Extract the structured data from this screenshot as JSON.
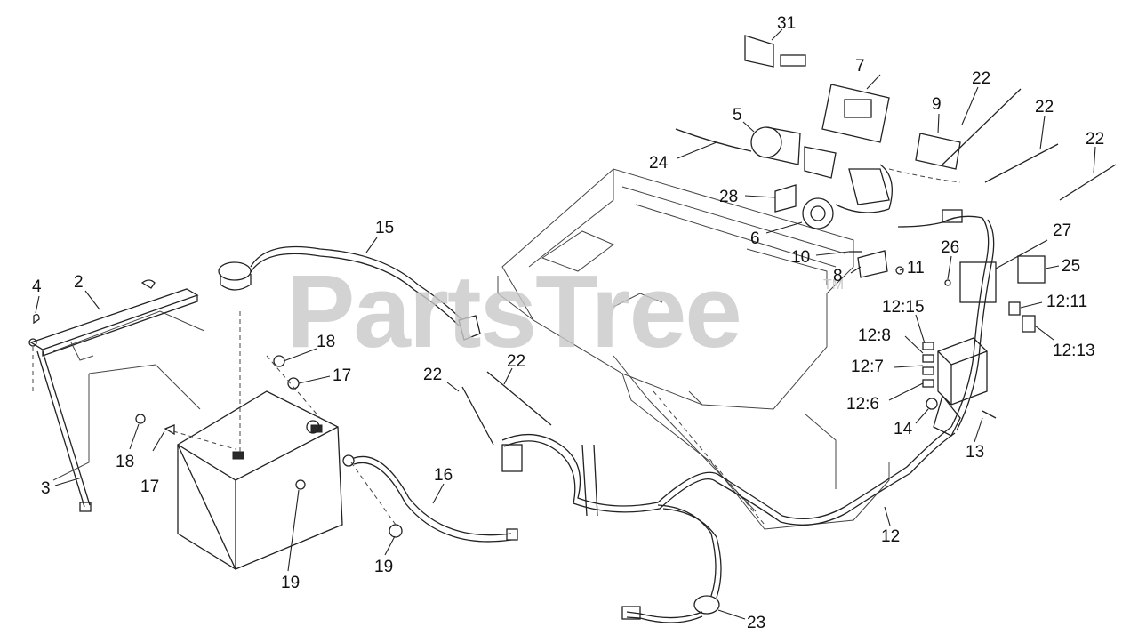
{
  "watermark": {
    "text": "PartsTree",
    "tm": "TM"
  },
  "callouts": [
    {
      "id": "c31",
      "label": "31"
    },
    {
      "id": "c7",
      "label": "7"
    },
    {
      "id": "c22a",
      "label": "22"
    },
    {
      "id": "c9",
      "label": "9"
    },
    {
      "id": "c22b",
      "label": "22"
    },
    {
      "id": "c22c",
      "label": "22"
    },
    {
      "id": "c5",
      "label": "5"
    },
    {
      "id": "c24",
      "label": "24"
    },
    {
      "id": "c28",
      "label": "28"
    },
    {
      "id": "c6",
      "label": "6"
    },
    {
      "id": "c15",
      "label": "15"
    },
    {
      "id": "c10",
      "label": "10"
    },
    {
      "id": "c8",
      "label": "8"
    },
    {
      "id": "c11",
      "label": "11"
    },
    {
      "id": "c26",
      "label": "26"
    },
    {
      "id": "c27",
      "label": "27"
    },
    {
      "id": "c25",
      "label": "25"
    },
    {
      "id": "c4",
      "label": "4"
    },
    {
      "id": "c2",
      "label": "2"
    },
    {
      "id": "c12_15",
      "label": "12:15"
    },
    {
      "id": "c12_11",
      "label": "12:11"
    },
    {
      "id": "c12_8",
      "label": "12:8"
    },
    {
      "id": "c12_13",
      "label": "12:13"
    },
    {
      "id": "c18a",
      "label": "18"
    },
    {
      "id": "c17a",
      "label": "17"
    },
    {
      "id": "c12_7",
      "label": "12:7"
    },
    {
      "id": "c22d",
      "label": "22"
    },
    {
      "id": "c22e",
      "label": "22"
    },
    {
      "id": "c12_6",
      "label": "12:6"
    },
    {
      "id": "c14",
      "label": "14"
    },
    {
      "id": "c13",
      "label": "13"
    },
    {
      "id": "c18b",
      "label": "18"
    },
    {
      "id": "c17b",
      "label": "17"
    },
    {
      "id": "c16",
      "label": "16"
    },
    {
      "id": "c3",
      "label": "3"
    },
    {
      "id": "c12",
      "label": "12"
    },
    {
      "id": "c19a",
      "label": "19"
    },
    {
      "id": "c19b",
      "label": "19"
    },
    {
      "id": "c23",
      "label": "23"
    }
  ]
}
